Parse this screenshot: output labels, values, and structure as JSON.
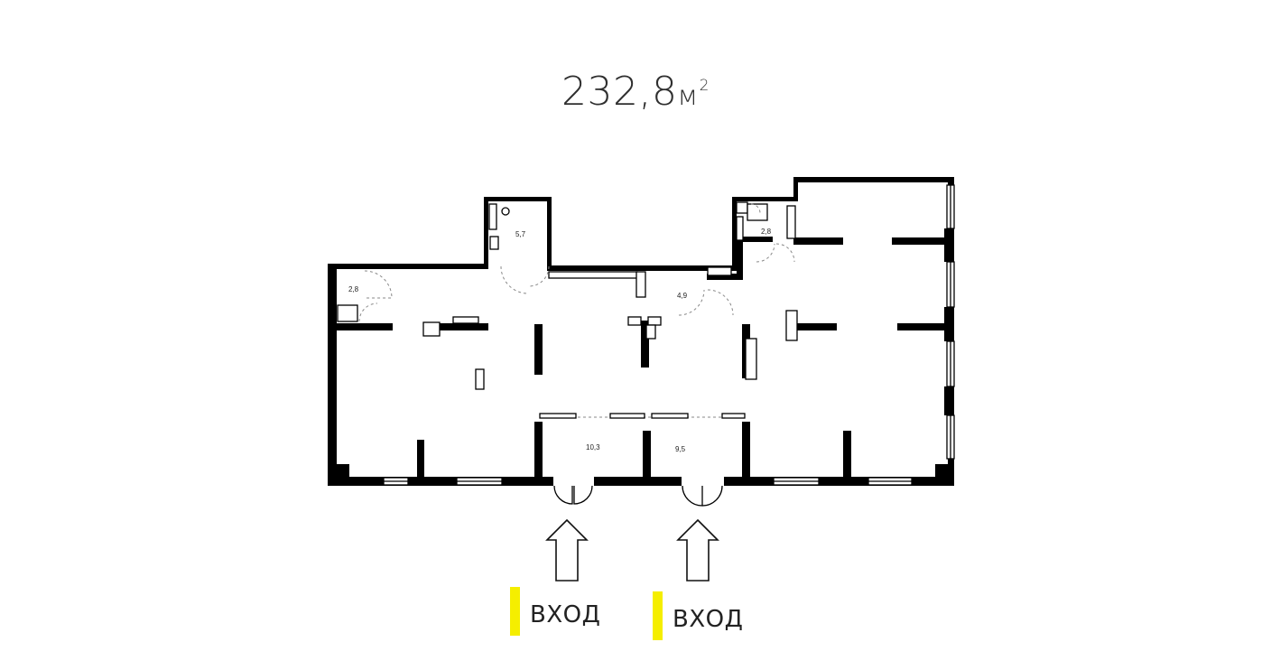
{
  "plan": {
    "area_value": "232,8",
    "area_unit": "м",
    "area_unit_sup": "2",
    "rooms": [
      {
        "id": "wc-left",
        "area": "2,8"
      },
      {
        "id": "wc-top-left",
        "area": "5,7"
      },
      {
        "id": "wc-center",
        "area": "4,9"
      },
      {
        "id": "wc-top-right",
        "area": "2,8"
      },
      {
        "id": "vestibule-left",
        "area": "10,3"
      },
      {
        "id": "vestibule-right",
        "area": "9,5"
      }
    ],
    "entrances": [
      {
        "label": "ВХОД",
        "marker_color": "#f5ee00"
      },
      {
        "label": "ВХОД",
        "marker_color": "#f5ee00"
      }
    ]
  }
}
